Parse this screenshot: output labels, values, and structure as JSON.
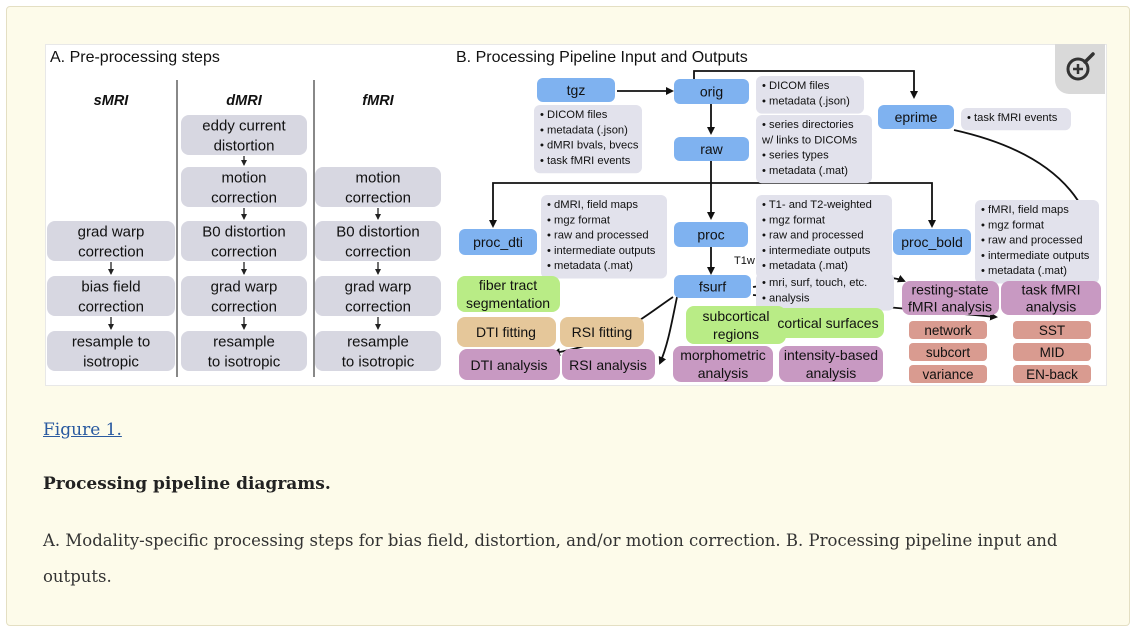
{
  "section_a": {
    "title": "A. Pre-processing steps",
    "columns": [
      {
        "name": "sMRI",
        "steps": [
          [
            "grad warp",
            "correction"
          ],
          [
            "bias field",
            "correction"
          ],
          [
            "resample to",
            "isotropic"
          ]
        ]
      },
      {
        "name": "dMRI",
        "steps": [
          [
            "eddy current",
            "distortion"
          ],
          [
            "motion",
            "correction"
          ],
          [
            "B0 distortion",
            "correction"
          ],
          [
            "grad warp",
            "correction"
          ],
          [
            "resample",
            "to isotropic"
          ]
        ]
      },
      {
        "name": "fMRI",
        "steps": [
          [
            "motion",
            "correction"
          ],
          [
            "B0 distortion",
            "correction"
          ],
          [
            "grad warp",
            "correction"
          ],
          [
            "resample",
            "to isotropic"
          ]
        ]
      }
    ]
  },
  "section_b": {
    "title": "B. Processing Pipeline Input and Outputs",
    "nodes": {
      "tgz": "tgz",
      "orig": "orig",
      "raw": "raw",
      "eprime": "eprime",
      "proc_dti": "proc_dti",
      "proc": "proc",
      "proc_bold": "proc_bold",
      "fsurf": "fsurf"
    },
    "t1w_label": "T1w",
    "notes": {
      "orig": [
        "• DICOM files",
        "• metadata (.json)"
      ],
      "tgz": [
        "• DICOM files",
        "• metadata (.json)",
        "• dMRI bvals, bvecs",
        "• task fMRI events"
      ],
      "eprime": [
        "• task fMRI events"
      ],
      "raw": [
        "• series directories",
        "  w/ links to DICOMs",
        "• series types",
        "• metadata (.mat)"
      ],
      "proc_dti": [
        "• dMRI, field maps",
        "• mgz format",
        "• raw and processed",
        "• intermediate outputs",
        "• metadata (.mat)"
      ],
      "proc": [
        "• T1- and T2-weighted",
        "• mgz format",
        "• raw and processed",
        "• intermediate outputs",
        "• metadata (.mat)"
      ],
      "proc_bold": [
        "• fMRI, field maps",
        "• mgz format",
        "• raw and processed",
        "• intermediate outputs",
        "• metadata (.mat)"
      ],
      "fsurf": [
        "• mri, surf, touch, etc.",
        "• analysis"
      ]
    },
    "green": {
      "fiber": [
        "fiber tract",
        "segmentation"
      ],
      "subcortical": [
        "subcortical",
        "regions"
      ],
      "cortical": [
        "cortical surfaces"
      ]
    },
    "tan": {
      "dti_fitting": "DTI fitting",
      "rsi_fitting": "RSI fitting"
    },
    "purple": {
      "dti_analysis": "DTI analysis",
      "rsi_analysis": "RSI analysis",
      "morphometric": [
        "morphometric",
        "analysis"
      ],
      "intensity": [
        "intensity-based",
        "analysis"
      ],
      "resting": [
        "resting-state",
        "fMRI analysis"
      ],
      "task": [
        "task fMRI",
        "analysis"
      ]
    },
    "red": {
      "network": "network",
      "subcort": "subcort",
      "variance": "variance",
      "sst": "SST",
      "mid": "MID",
      "enback": "EN-back"
    }
  },
  "caption": {
    "link": "Figure 1.",
    "title": "Processing pipeline diagrams.",
    "text": "A. Modality-specific processing steps for bias field, distortion, and/or motion correction. B. Processing pipeline input and outputs."
  },
  "colors": {
    "gray_box": "#d7d7e1",
    "blue_box": "#7fb2f0",
    "note_box": "#e2e2ec",
    "green_box": "#b9ec86",
    "tan_box": "#e5c79a",
    "purple_box": "#c899c2",
    "red_box": "#d99b90",
    "panel_bg": "#fdfbea"
  }
}
